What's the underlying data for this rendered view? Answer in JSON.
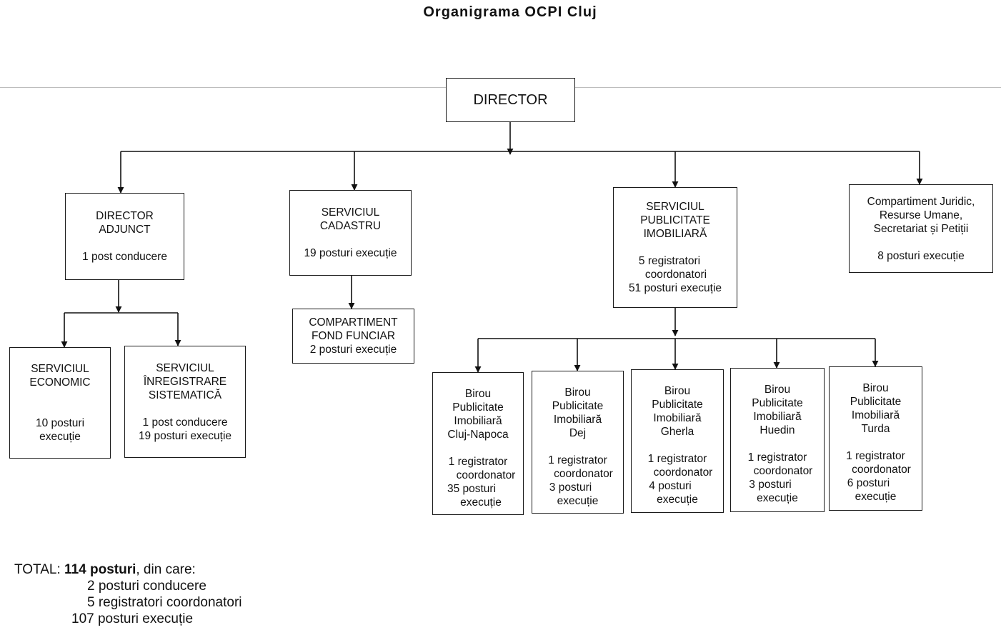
{
  "title": "Organigrama OCPI Cluj",
  "director": "DIRECTOR",
  "director_adjunct": {
    "title": "DIRECTOR\nADJUNCT",
    "details": [
      "1 post conducere"
    ]
  },
  "serviciul_cadastru": {
    "title": "SERVICIUL\nCADASTRU",
    "details": [
      "19 posturi execuție"
    ]
  },
  "serviciul_publicitate": {
    "title": "SERVICIUL\nPUBLICITATE\nIMOBILIARĂ",
    "details": [
      "5 registratori",
      "coordonatori",
      "51 posturi execuție"
    ]
  },
  "compartiment_juridic": {
    "title": "Compartiment Juridic,\nResurse Umane,\nSecretariat și Petiții",
    "details": [
      "8 posturi execuție"
    ]
  },
  "serviciul_economic": {
    "title": "SERVICIUL\nECONOMIC",
    "details": [
      "10 posturi",
      "execuție"
    ]
  },
  "serviciul_inregistrare": {
    "title": "SERVICIUL\nÎNREGISTRARE\nSISTEMATICĂ",
    "details": [
      "1 post conducere",
      "19 posturi execuție"
    ]
  },
  "compartiment_fond_funciar": {
    "title": "COMPARTIMENT\nFOND FUNCIAR",
    "details": [
      "2 posturi execuție"
    ]
  },
  "birouri": [
    {
      "title": "Birou\nPublicitate\nImobiliară\nCluj-Napoca",
      "details": [
        "1 registrator",
        "coordonator",
        "35 posturi",
        "execuție"
      ]
    },
    {
      "title": "Birou\nPublicitate\nImobiliară\nDej",
      "details": [
        "1 registrator",
        "coordonator",
        "3 posturi",
        "execuție"
      ]
    },
    {
      "title": "Birou\nPublicitate\nImobiliară\nGherla",
      "details": [
        "1 registrator",
        "coordonator",
        "4 posturi",
        "execuție"
      ]
    },
    {
      "title": "Birou\nPublicitate\nImobiliară\nHuedin",
      "details": [
        "1 registrator",
        "coordonator",
        "3 posturi",
        "execuție"
      ]
    },
    {
      "title": "Birou\nPublicitate\nImobiliară\nTurda",
      "details": [
        "1 registrator",
        "coordonator",
        "6 posturi",
        "execuție"
      ]
    }
  ],
  "total": {
    "label": "TOTAL:",
    "value": "114 posturi",
    "suffix": ", din care:",
    "lines": [
      "2 posturi conducere",
      "5 registratori coordonatori",
      "107 posturi execuție"
    ]
  }
}
